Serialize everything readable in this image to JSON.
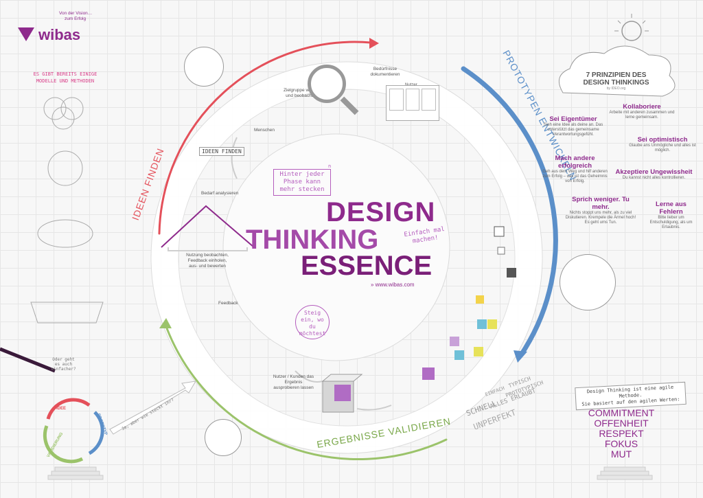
{
  "header": {
    "logo": "wibas",
    "tagline_1": "Von der Vision…",
    "tagline_2": "zum Erfolg"
  },
  "left_panel": {
    "title_1": "ES GIBT BEREITS EINIGE",
    "title_2": "MODELLE UND METHODEN",
    "question_1": "Oder geht",
    "question_2": "es auch",
    "question_3": "einfacher?",
    "small_cycle": {
      "ideas": "IDEE",
      "proto": "PROTOTYP",
      "validate": "VALIDIERUNG"
    },
    "arrow_text": "Ja, aber wie steckt ihr?"
  },
  "title": {
    "line1": "DESIGN",
    "line2": "THINKING",
    "line3": "ESSENCE",
    "url": "» www.wibas.com"
  },
  "notes": {
    "hinter": "Hinter jeder Phase kann mehr stecken",
    "hinter_sup": "n",
    "einfach": "Einfach mal machen!",
    "steig": "Steig ein, wo du möchtest",
    "typisch_1": "TYPISCH",
    "typisch_2": "PROTOTYPISCH",
    "schnell_1": "EINFACH",
    "schnell_2": "ALLES ERLAUBT",
    "schnell_3": "SCHNELL",
    "schnell_4": "UNPERFEKT"
  },
  "phases": {
    "ideen": "IDEEN FINDEN",
    "prototypen": "PROTOTYPEN ENTWICKELN",
    "ergebnisse": "ERGEBNISSE VALIDIEREN"
  },
  "steps": {
    "beduerfnisse": "Bedürfnisse dokumentieren",
    "zielgruppe": "Zielgruppe wählen und beobachten",
    "menschen": "Menschen",
    "ideen_finden": "IDEEN FINDEN",
    "bedarf": "Bedarf analysieren",
    "nutzung": "Nutzung beobachten, Feedback einholen, aus- und bewerten",
    "feedback": "Feedback",
    "nutzer": "Nutzer / Kunden das Ergebnis ausprobieren lassen",
    "nutzer_label": "Nutzer"
  },
  "principles": {
    "title_1": "7 PRINZIPIEN DES",
    "title_2": "DESIGN THINKINGS",
    "source": "by IDEO.org",
    "items": [
      {
        "title": "Kollaboriere",
        "desc": "Arbeite mit anderen zusammen und lerne gemeinsam."
      },
      {
        "title": "Sei Eigentümer",
        "desc": "Sieh eine Idee als deine an. Das unterstützt das gemeinsame Verantwortungsgefühl."
      },
      {
        "title": "Sei optimistisch",
        "desc": "Glaube ans Unmögliche und alles ist möglich."
      },
      {
        "title": "Mach andere erfolgreich",
        "desc": "Geh aus dem Weg und hilf anderen zum Erfolg – das ist das Geheimnis von Erfolg."
      },
      {
        "title": "Akzeptiere Ungewissheit",
        "desc": "Du kannst nicht alles kontrollieren."
      },
      {
        "title": "Sprich weniger. Tu mehr.",
        "desc": "Nichts stoppt uns mehr, als zu viel Diskutieren. Krempele die Ärmel hoch! Es geht ums Tun."
      },
      {
        "title": "Lerne aus Fehlern",
        "desc": "Bitte lieber um Entschuldigung, als um Erlaubnis."
      }
    ]
  },
  "values": {
    "intro_1": "Design Thinking ist eine agile Methode.",
    "intro_2": "Sie basiert auf den agilen Werten:",
    "items": [
      "COMMITMENT",
      "OFFENHEIT",
      "RESPEKT",
      "FOKUS",
      "MUT"
    ]
  },
  "colors": {
    "purple": "#8e2a8c",
    "pink": "#d9408a",
    "red": "#e4505a",
    "blue": "#5b8fc9",
    "green": "#9bc36a"
  }
}
